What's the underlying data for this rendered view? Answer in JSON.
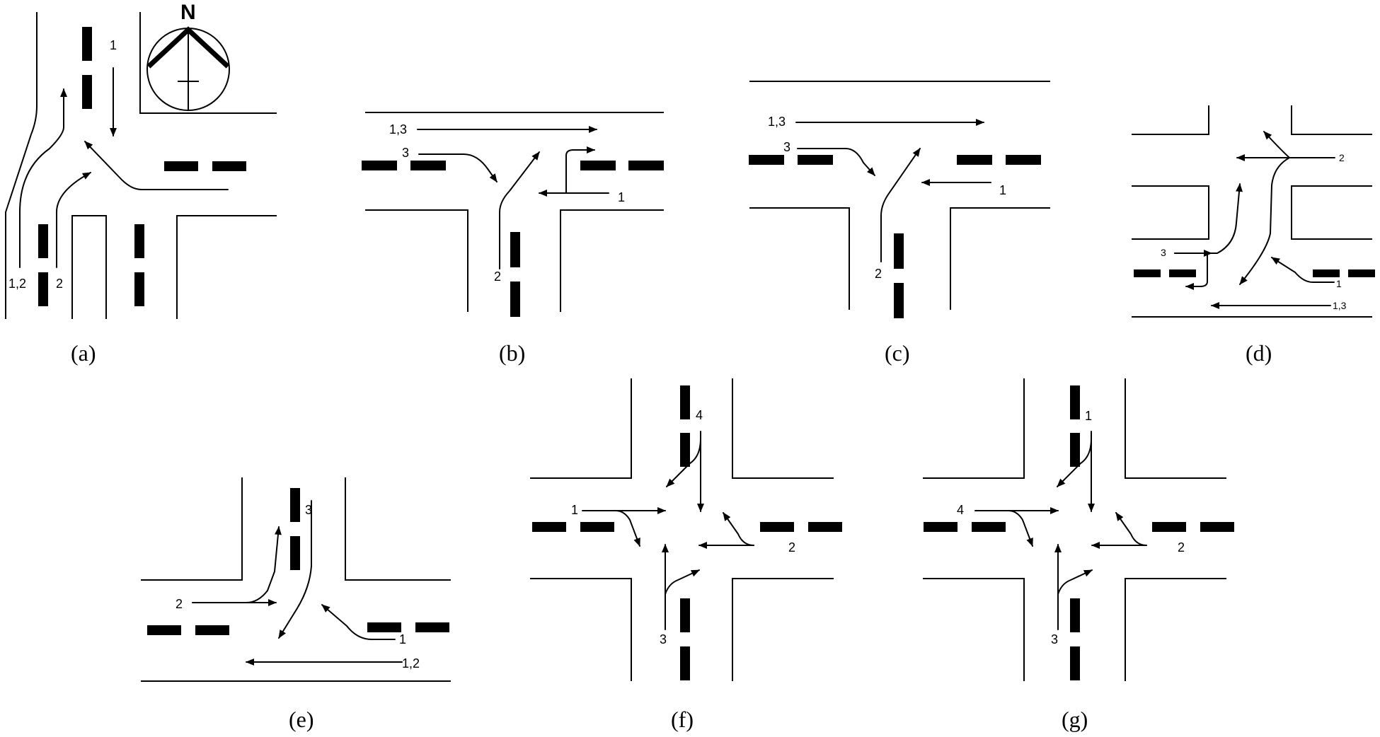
{
  "compass": {
    "label": "N",
    "icon": "north-arrow-icon"
  },
  "panels": [
    {
      "id": "a",
      "caption": "(a)",
      "labels": [
        "1",
        "1,2",
        "2"
      ]
    },
    {
      "id": "b",
      "caption": "(b)",
      "labels": [
        "1,3",
        "3",
        "1",
        "2"
      ]
    },
    {
      "id": "c",
      "caption": "(c)",
      "labels": [
        "1,3",
        "3",
        "1",
        "2"
      ]
    },
    {
      "id": "d",
      "caption": "(d)",
      "labels": [
        "2",
        "3",
        "1",
        "1,3"
      ]
    },
    {
      "id": "e",
      "caption": "(e)",
      "labels": [
        "3",
        "2",
        "1",
        "1,2"
      ]
    },
    {
      "id": "f",
      "caption": "(f)",
      "labels": [
        "4",
        "1",
        "2",
        "3"
      ]
    },
    {
      "id": "g",
      "caption": "(g)",
      "labels": [
        "1",
        "4",
        "2",
        "3"
      ]
    }
  ]
}
